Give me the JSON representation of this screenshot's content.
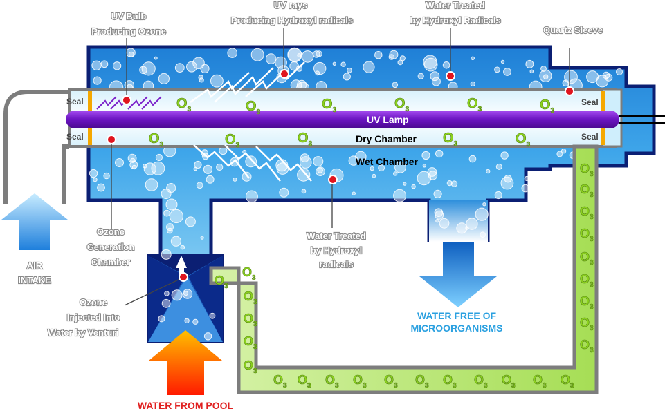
{
  "labels": {
    "uv_bulb_line1": "UV Bulb",
    "uv_bulb_line2": "Producing Ozone",
    "uv_rays_line1": "UV rays",
    "uv_rays_line2": "Producing Hydroxyl radicals",
    "water_treated_top_line1": "Water Treated",
    "water_treated_top_line2": "by Hydroxyl Radicals",
    "quartz_sleeve": "Quartz Sleeve",
    "seal_top": "Seal",
    "seal_bottom": "Seal",
    "seal_right_top": "Seal",
    "seal_right_bottom": "Seal",
    "uv_lamp": "UV Lamp",
    "dry_chamber": "Dry Chamber",
    "wet_chamber": "Wet Chamber",
    "ozone_gen_line1": "Ozone",
    "ozone_gen_line2": "Generation",
    "ozone_gen_line3": "Chamber",
    "water_treated_bottom_line1": "Water Treated",
    "water_treated_bottom_line2": "by Hydroxyl",
    "water_treated_bottom_line3": "radicals",
    "air_intake_line1": "AIR",
    "air_intake_line2": "INTAKE",
    "ozone_injected_line1": "Ozone",
    "ozone_injected_line2": "Injected Into",
    "ozone_injected_line3": "Water by Venturi",
    "water_free_line1": "WATER FREE OF",
    "water_free_line2": "MICROORGANISMS",
    "water_from_pool": "WATER FROM POOL"
  },
  "ozone": {
    "letter": "O",
    "subscript": "3"
  },
  "colors": {
    "water_blue": "#2f8fdc",
    "water_light": "#bfe6fa",
    "outline_navy": "#0b1f73",
    "lamp_purple": "#7a1fc9",
    "pipe_gray": "#7d7d7d",
    "ozone_green": "#8cd21e",
    "seal_orange": "#f5a800",
    "marker_red": "#e0141e",
    "air_arrow_blue": "#3aa8ee",
    "pool_arrow_red": "#ff2a00",
    "pool_arrow_orange": "#ffb000"
  }
}
